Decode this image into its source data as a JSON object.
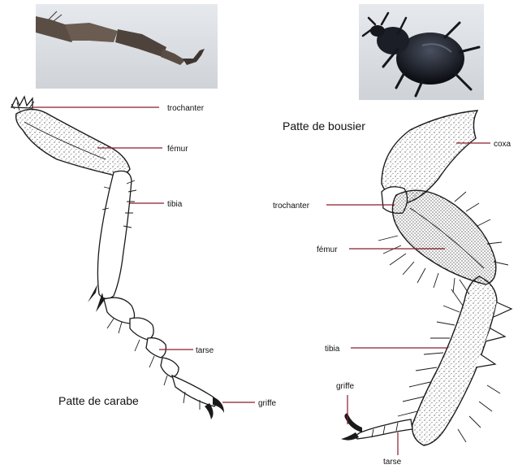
{
  "carabe": {
    "title": "Patte de carabe",
    "labels": {
      "trochanter": "trochanter",
      "femur": "fémur",
      "tibia": "tibia",
      "tarse": "tarse",
      "griffe": "griffe"
    }
  },
  "bousier": {
    "title": "Patte de bousier",
    "labels": {
      "coxa": "coxa",
      "trochanter": "trochanter",
      "femur": "fémur",
      "tibia": "tibia",
      "griffe": "griffe",
      "tarse": "tarse"
    }
  },
  "colors": {
    "leader_line": "#8a1c2b",
    "ink": "#1a1a1a",
    "photo_background": "#dcdfe3",
    "beetle_body": "#151820"
  }
}
